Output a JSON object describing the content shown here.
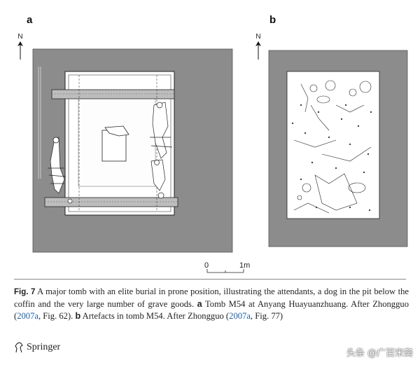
{
  "panels": {
    "a": {
      "letter": "a",
      "north_label": "N"
    },
    "b": {
      "letter": "b",
      "north_label": "N"
    }
  },
  "scale_bar": {
    "start_label": "0",
    "end_label": "1m"
  },
  "caption": {
    "fig_label": "Fig. 7",
    "text_1": " A major tomb with an elite burial in prone position, illustrating the attendants, a dog in the pit below the coffin and the very large number of grave goods. ",
    "bold_a": "a",
    "text_2": " Tomb M54 at Anyang Huayuanzhuang. After Zhongguo (",
    "ref_1": "2007a",
    "text_3": ", Fig. 62). ",
    "bold_b": "b",
    "text_4": " Artefacts in tomb M54. After Zhongguo (",
    "ref_2": "2007a",
    "text_5": ", Fig. 77)"
  },
  "publisher": {
    "name": "Springer"
  },
  "watermark": {
    "text": "头条 @广百宋斋"
  },
  "colors": {
    "pit_fill": "#8c8c8c",
    "caption_link": "#1f5fa8"
  }
}
